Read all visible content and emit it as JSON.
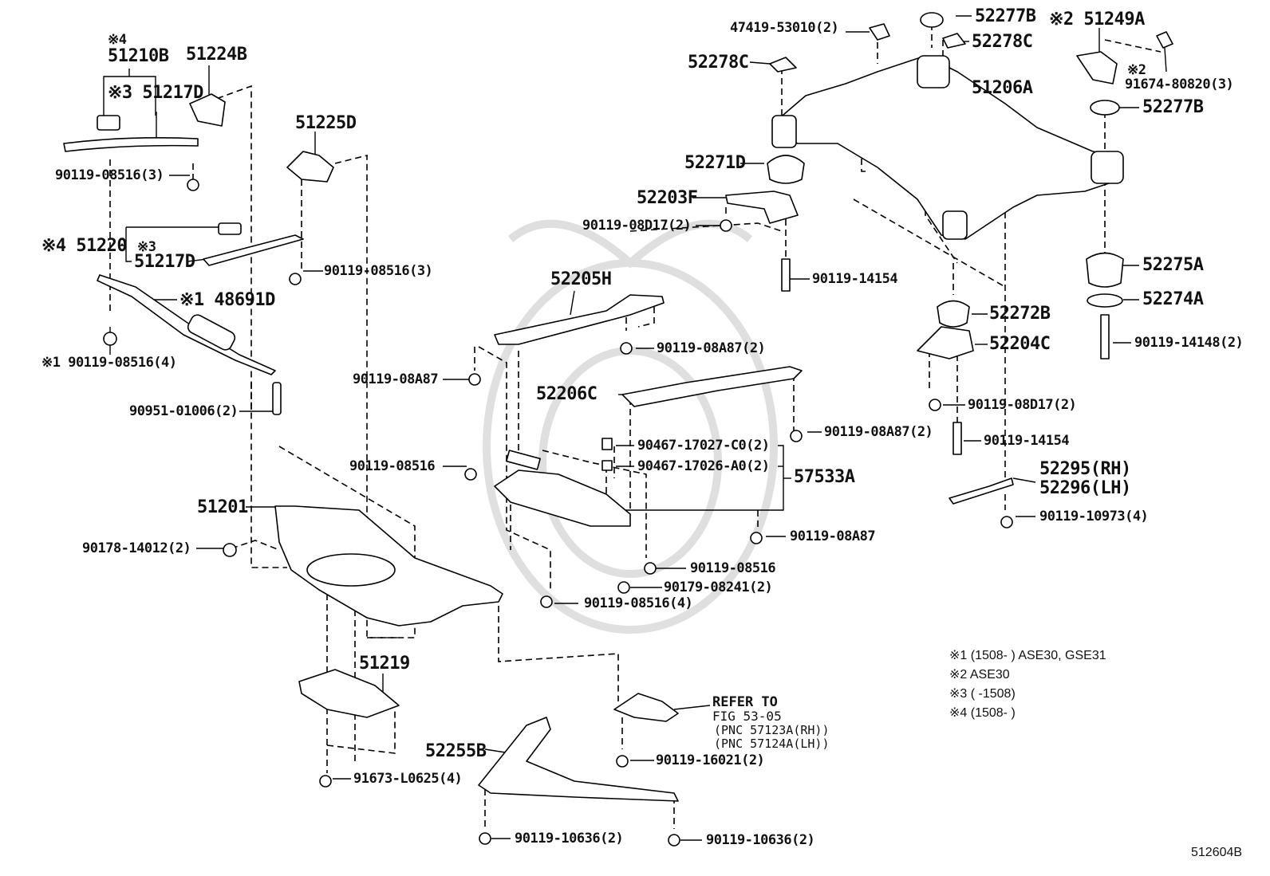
{
  "labels": {
    "l_51210b_mark": "※4",
    "l_51210b": "51210B",
    "l_51224b": "51224B",
    "l_51217d_top": "※3 51217D",
    "l_90119_08516_3a": "90119-08516(3)",
    "l_51225d": "51225D",
    "l_51220": "※4 51220",
    "l_51217d_mark": "※3",
    "l_51217d_lower": "51217D",
    "l_90119_08516_3b": "90119-08516(3)",
    "l_48691d": "※1 48691D",
    "l_90119_08516_4a": "※1 90119-08516(4)",
    "l_90951": "90951-01006(2)",
    "l_51201": "51201",
    "l_90178": "90178-14012(2)",
    "l_51219": "51219",
    "l_91673": "91673-L0625(4)",
    "l_52255b": "52255B",
    "l_90119_10636_a": "90119-10636(2)",
    "l_90119_10636_b": "90119-10636(2)",
    "l_90119_16021": "90119-16021(2)",
    "l_refer": "REFER TO",
    "l_fig": "FIG 53-05",
    "l_pnc1": "(PNC 57123A(RH))",
    "l_pnc2": "(PNC 57124A(LH))",
    "l_52205h": "52205H",
    "l_90119_08a87_left": "90119-08A87",
    "l_90119_08a87_2a": "90119-08A87(2)",
    "l_52206c": "52206C",
    "l_90119_08a87_2b": "90119-08A87(2)",
    "l_90467_c0": "90467-17027-C0(2)",
    "l_90467_a0": "90467-17026-A0(2)",
    "l_57533a": "57533A",
    "l_90119_08516_mid": "90119-08516",
    "l_90119_08a87_low": "90119-08A87",
    "l_90119_08516_low": "90119-08516",
    "l_90179": "90179-08241(2)",
    "l_90119_08516_4b": "90119-08516(4)",
    "l_47419": "47419-53010(2)",
    "l_52277b_top": "52277B",
    "l_52278c_top": "52278C",
    "l_51249a": "※2 51249A",
    "l_91674": "※2",
    "l_91674_pn": "91674-80820(3)",
    "l_52278c": "52278C",
    "l_51206a": "51206A",
    "l_52277b": "52277B",
    "l_52271d": "52271D",
    "l_52203f": "52203F",
    "l_90119_08d17_a": "90119-08D17(2)",
    "l_90119_14154_a": "90119-14154",
    "l_52275a": "52275A",
    "l_52274a": "52274A",
    "l_52272b": "52272B",
    "l_90119_14148": "90119-14148(2)",
    "l_52204c": "52204C",
    "l_90119_08d17_b": "90119-08D17(2)",
    "l_90119_14154_b": "90119-14154",
    "l_52295": "52295(RH)",
    "l_52296": "52296(LH)",
    "l_90119_10973": "90119-10973(4)",
    "l_diagram_id": "512604B"
  },
  "notes": [
    "※1 (1508- ) ASE30, GSE31",
    "※2 ASE30",
    "※3 ( -1508)",
    "※4 (1508- )"
  ]
}
